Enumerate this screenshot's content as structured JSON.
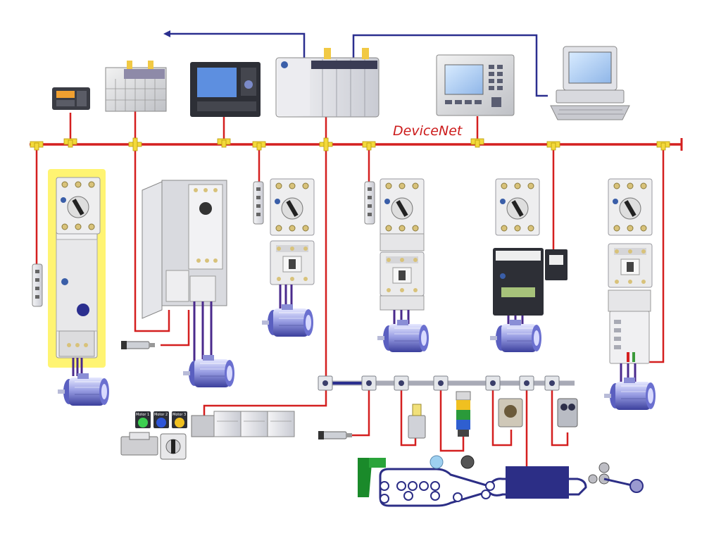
{
  "network": {
    "label": "DeviceNet"
  },
  "pushbuttons": [
    "Motor 1",
    "Motor 2",
    "Motor 3"
  ],
  "colors": {
    "devicenet_cable": "#d41f1f",
    "ethernet_cable": "#2b2f8f",
    "power_cable": "#4a2a8c",
    "highlight": "#fff36a",
    "conveyor_box": "#2c2e86"
  },
  "icons": [
    "motor-icon",
    "sensor-icon",
    "stack-light-icon",
    "computer-icon",
    "plc-icon",
    "hmi-icon",
    "drive-icon",
    "starter-icon",
    "io-block-icon"
  ]
}
